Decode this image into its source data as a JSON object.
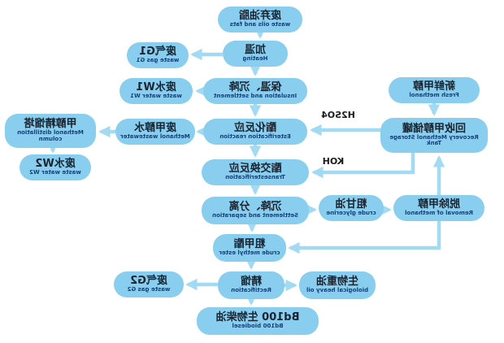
{
  "flowchart": {
    "nodes": {
      "waste_oils": {
        "zh": "废弃油脂",
        "en": "waste oils and fats"
      },
      "heating": {
        "zh": "加温",
        "en": "Heating"
      },
      "waste_gas_g1": {
        "zh": "废气G1",
        "en": "waste gas G1"
      },
      "insulation": {
        "zh": "保温、沉降",
        "en": "Insulation and settlement"
      },
      "waste_water_w1": {
        "zh": "废水W1",
        "en": "waste water W1"
      },
      "esterification": {
        "zh": "酯化反应",
        "en": "Esterification reaction"
      },
      "methanol_wastewater": {
        "zh": "废甲醇水",
        "en": "Methanol wastewater"
      },
      "methanol_column": {
        "zh": "甲醇精馏塔",
        "en": "Methanol distillation column"
      },
      "waste_water_w2": {
        "zh": "废水W2",
        "en": "waste water W2"
      },
      "fresh_methanol": {
        "zh": "新鲜甲醇",
        "en": "Fresh methanol"
      },
      "recovery_tank": {
        "zh": "回收甲醇储罐",
        "en": "Recovery Methanol Storage Tank"
      },
      "transesterification": {
        "zh": "酯交换反应",
        "en": "Transesterification"
      },
      "settlement": {
        "zh": "沉降、分离",
        "en": "Settlement and separation"
      },
      "crude_glycerine": {
        "zh": "粗甘油",
        "en": "crude glycerine"
      },
      "methanol_removal": {
        "zh": "脱除甲醇",
        "en": "Removal of methanol"
      },
      "crude_ester": {
        "zh": "粗甲酯",
        "en": "crude methyl ester"
      },
      "rectification": {
        "zh": "精馏",
        "en": "Rectification"
      },
      "waste_gas_g2": {
        "zh": "废气G2",
        "en": "waste gas G2"
      },
      "bio_heavy_oil": {
        "zh": "生物重油",
        "en": "biological heavy oil"
      },
      "biodiesel": {
        "zh": "Bd100 生物柴油",
        "en": "Bd100 biodiesel"
      }
    },
    "edge_labels": {
      "h2so4": "H2SO4",
      "koh": "KOH"
    },
    "colors": {
      "node_fill": "#89CEEF",
      "arrow": "#A3DAF3",
      "zh_text": "#1a2430",
      "en_text": "#14407a",
      "background": "#ffffff"
    }
  }
}
